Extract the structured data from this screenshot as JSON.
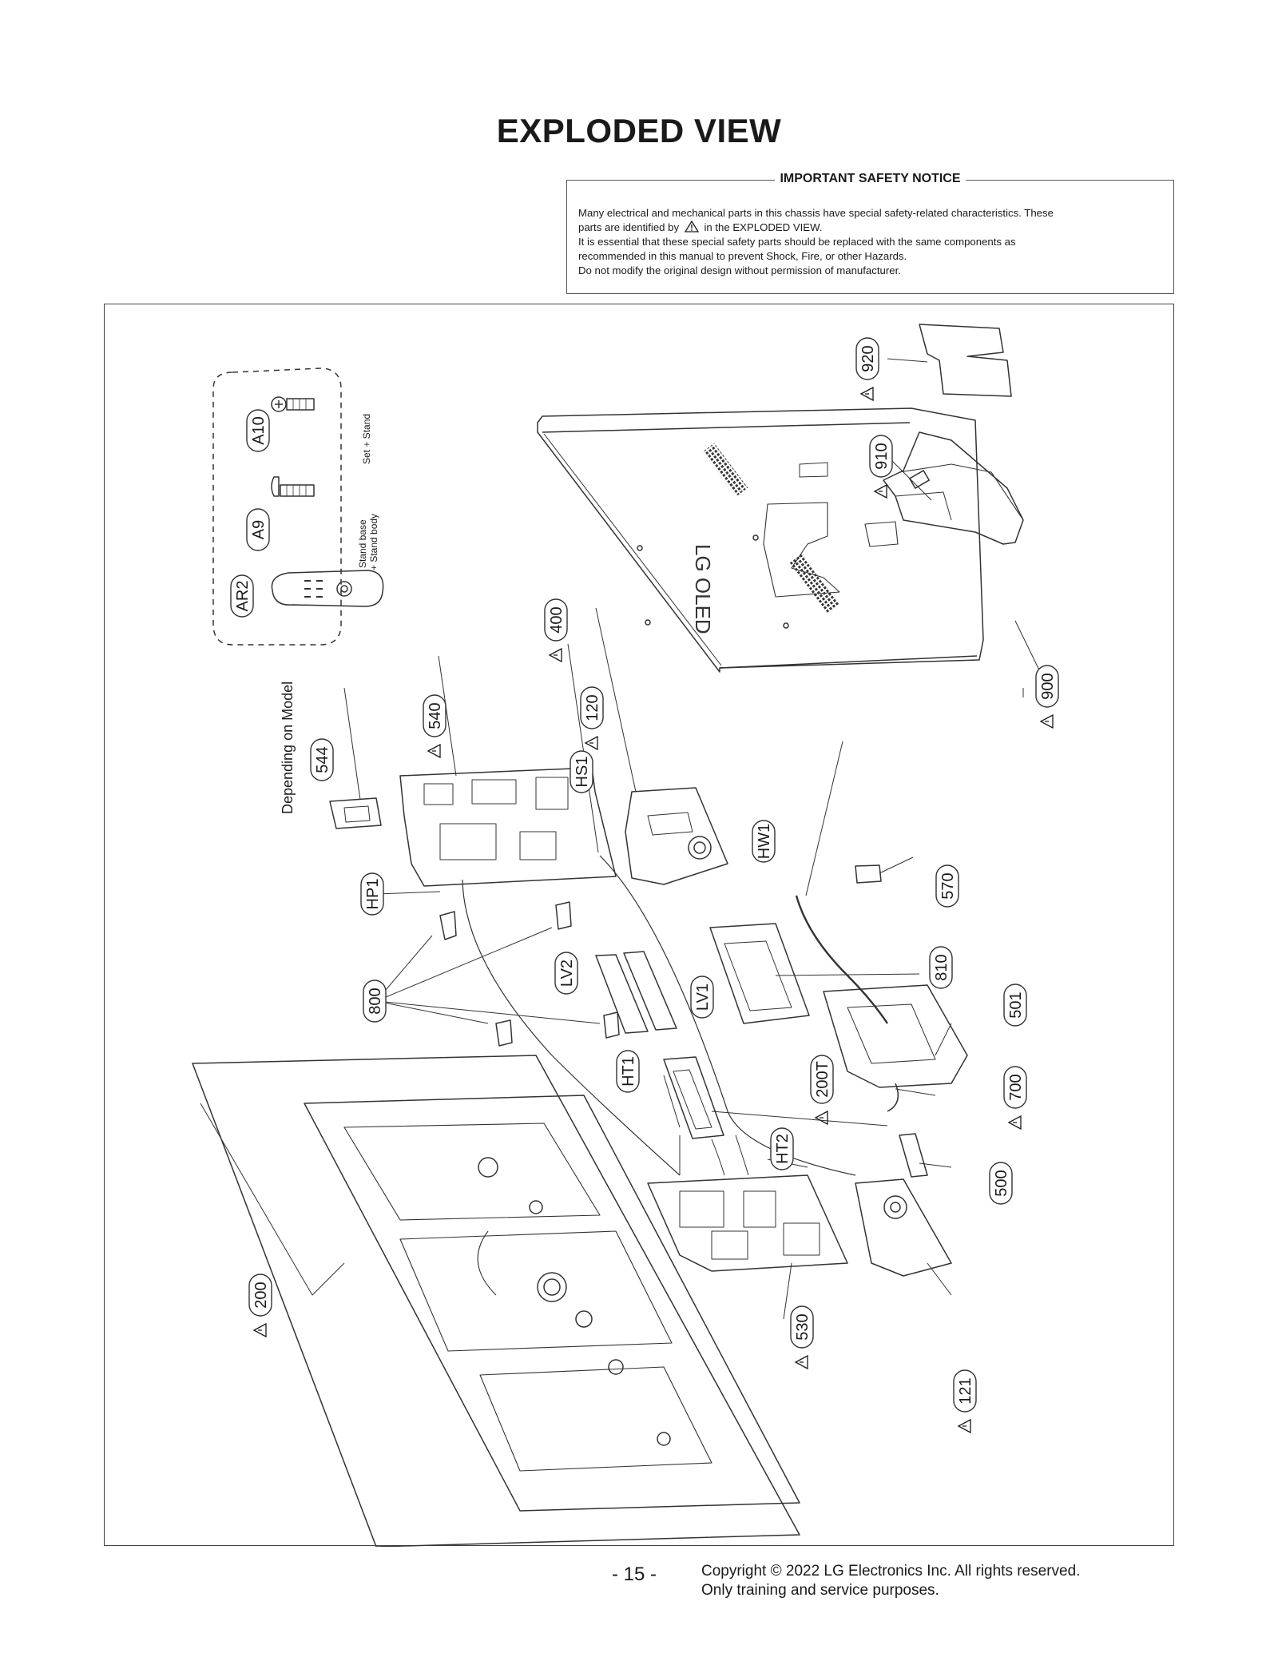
{
  "page": {
    "title": "EXPLODED VIEW",
    "page_number": "- 15 -",
    "copyright_line1": "Copyright © 2022 LG Electronics Inc. All rights reserved.",
    "copyright_line2": "Only training and service purposes."
  },
  "notice": {
    "heading": "IMPORTANT SAFETY NOTICE",
    "line1": "Many electrical and mechanical parts in this chassis have special safety-related characteristics. These",
    "line2_pre": "parts are identified by",
    "line2_post": "in the EXPLODED VIEW.",
    "line3": "It is essential that these special safety parts should be replaced with the same components as",
    "line4": "recommended in this manual to prevent Shock, Fire, or other Hazards.",
    "line5": "Do not modify the original design without permission of manufacturer."
  },
  "diagram": {
    "brand_logo": "LG OLED",
    "depending_note": "Depending on Model",
    "accessory_notes": {
      "a10_note": "Set + Stand",
      "a9_note_line1": "Stand base",
      "a9_note_line2": "+ Stand body"
    },
    "callouts": [
      {
        "id": "920",
        "safety": true
      },
      {
        "id": "910",
        "safety": true
      },
      {
        "id": "400",
        "safety": true
      },
      {
        "id": "900",
        "safety": true
      },
      {
        "id": "A10",
        "safety": false
      },
      {
        "id": "A9",
        "safety": false
      },
      {
        "id": "AR2",
        "safety": false
      },
      {
        "id": "540",
        "safety": true
      },
      {
        "id": "120",
        "safety": true
      },
      {
        "id": "544",
        "safety": false
      },
      {
        "id": "HS1",
        "safety": false
      },
      {
        "id": "HW1",
        "safety": false
      },
      {
        "id": "570",
        "safety": false
      },
      {
        "id": "HP1",
        "safety": false
      },
      {
        "id": "810",
        "safety": false
      },
      {
        "id": "800",
        "safety": false
      },
      {
        "id": "LV2",
        "safety": false
      },
      {
        "id": "LV1",
        "safety": false
      },
      {
        "id": "501",
        "safety": false
      },
      {
        "id": "HT1",
        "safety": false
      },
      {
        "id": "200T",
        "safety": true
      },
      {
        "id": "700",
        "safety": true
      },
      {
        "id": "HT2",
        "safety": false
      },
      {
        "id": "500",
        "safety": false
      },
      {
        "id": "200",
        "safety": true
      },
      {
        "id": "530",
        "safety": true
      },
      {
        "id": "121",
        "safety": true
      }
    ]
  }
}
